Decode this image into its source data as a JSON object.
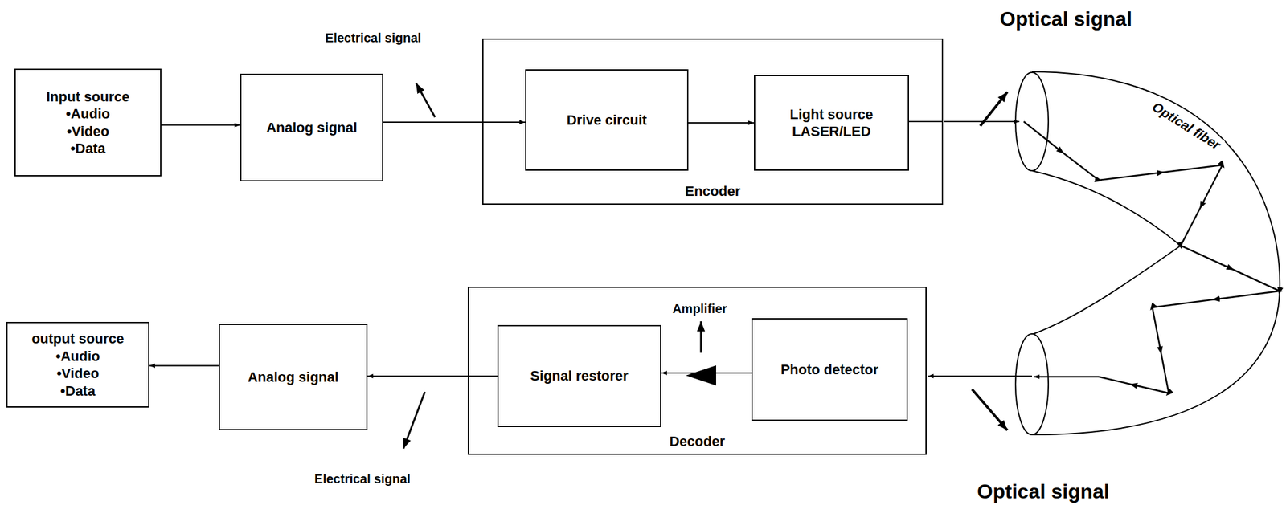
{
  "diagram": {
    "nodes": [
      {
        "text": [
          "Input source",
          "•Audio",
          "•Video",
          "•Data"
        ]
      },
      {
        "text": [
          "Analog signal"
        ]
      },
      {
        "text": [
          "Encoder"
        ]
      },
      {
        "text": [
          "Drive circuit"
        ],
        "in": 2
      },
      {
        "text": [
          "Light source LASER/LED"
        ],
        "in": 2
      },
      {
        "text": [
          "Decoder"
        ]
      },
      {
        "text": [
          "Signal restorer"
        ],
        "in": 5
      },
      {
        "text": [
          "Photo detector"
        ],
        "in": 5
      },
      {
        "text": [
          "Analog signal"
        ]
      },
      {
        "text": [
          "output source",
          "•Audio",
          "•Video",
          "•Data"
        ]
      }
    ],
    "edges": [
      {
        "from": 0,
        "to": 1,
        "arrow": "to"
      },
      {
        "from": 1,
        "to": 3,
        "arrow": "to"
      },
      {
        "from": 3,
        "to": 4,
        "arrow": "to"
      },
      {
        "from": 7,
        "to": 6,
        "arrow": "to"
      },
      {
        "from": 6,
        "to": 8,
        "arrow": "to"
      },
      {
        "from": 8,
        "to": 9,
        "arrow": "to"
      }
    ],
    "labels": [
      "Electrical signal",
      "Optical signal",
      "Optical fiber",
      "Amplifier",
      "Electrical signal",
      "Optical signal"
    ]
  }
}
